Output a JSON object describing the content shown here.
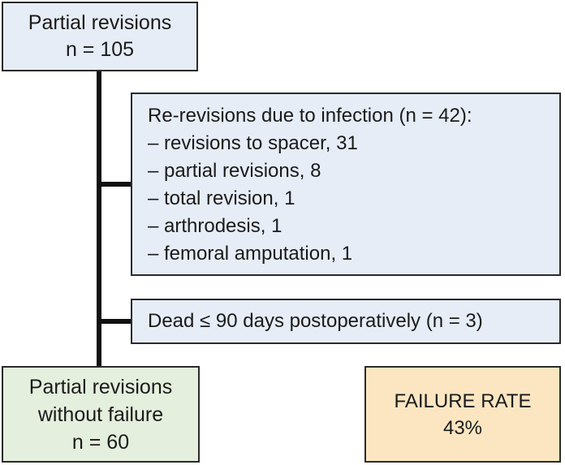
{
  "diagram": {
    "top_box": {
      "title": "Partial revisions",
      "count": "n = 105"
    },
    "infection_box": {
      "heading": "Re-revisions due to infection (n = 42):",
      "items": [
        "– revisions to spacer, 31",
        "– partial revisions, 8",
        "– total revision, 1",
        "– arthrodesis, 1",
        "– femoral amputation, 1"
      ]
    },
    "dead_box": {
      "text": "Dead ≤ 90 days postoperatively (n = 3)"
    },
    "bottom_box": {
      "line1": "Partial revisions",
      "line2": "without failure",
      "count": "n = 60"
    },
    "failure_box": {
      "label": "FAILURE RATE",
      "value": "43%"
    },
    "colors": {
      "blue_box": "#e6edf7",
      "green_box": "#e4efdd",
      "orange_box": "#fce6c2",
      "connector": "#111111"
    }
  }
}
